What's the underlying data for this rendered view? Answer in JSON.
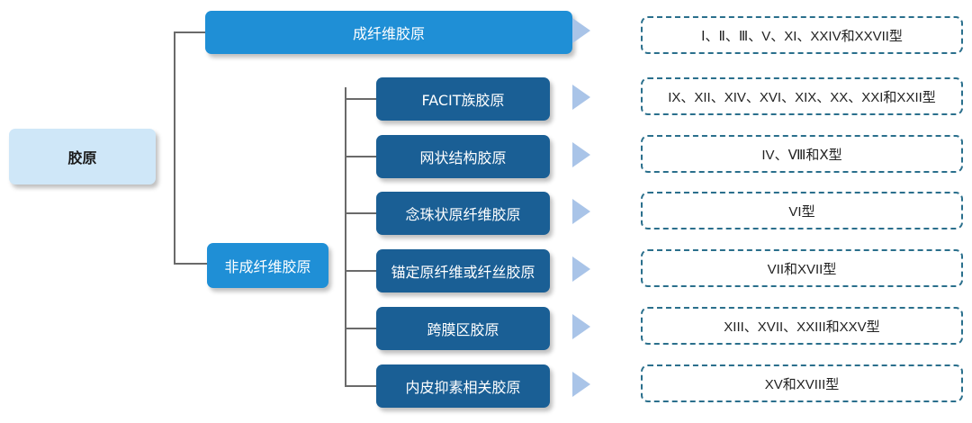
{
  "root": "胶原",
  "fibrillar": {
    "label": "成纤维胶原",
    "types": "Ⅰ、Ⅱ、Ⅲ、V、XI、XXIV和XXVII型"
  },
  "non_fibrillar": {
    "label": "非成纤维胶原",
    "children": [
      {
        "label": "FACIT族胶原",
        "types": "IX、XII、XIV、XVI、XIX、XX、XXI和XXII型"
      },
      {
        "label": "网状结构胶原",
        "types": "IV、Ⅷ和Ⅹ型"
      },
      {
        "label": "念珠状原纤维胶原",
        "types": "VI型"
      },
      {
        "label": "锚定原纤维或纤丝胶原",
        "types": "VII和XVII型"
      },
      {
        "label": "跨膜区胶原",
        "types": "XIII、XVII、XXIII和XXV型"
      },
      {
        "label": "内皮抑素相关胶原",
        "types": "XV和XVIII型"
      }
    ]
  }
}
